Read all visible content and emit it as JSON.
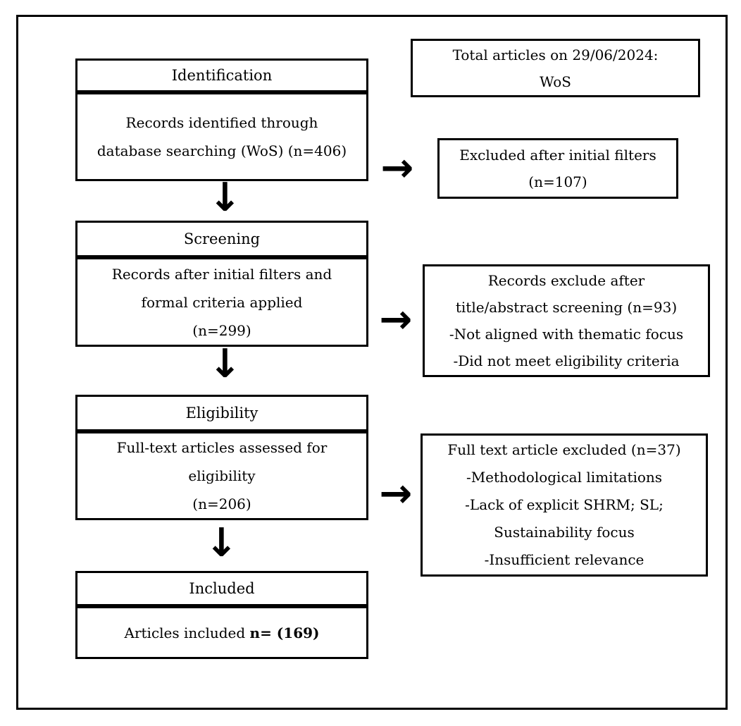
{
  "icons": {
    "arrow_down": "↓",
    "arrow_right": "→"
  },
  "colors": {
    "line": "#000000",
    "background": "#ffffff"
  },
  "stages": [
    {
      "header": "Identification",
      "body_lines": [
        "Records identified through",
        "database searching (WoS) (n=406)"
      ]
    },
    {
      "header": "Screening",
      "body_lines": [
        "Records after initial filters and",
        "formal criteria applied",
        "(n=299)"
      ]
    },
    {
      "header": "Eligibility",
      "body_lines": [
        "Full-text articles assessed for",
        "eligibility",
        "(n=206)"
      ]
    },
    {
      "header": "Included",
      "body_prefix": "Articles included ",
      "body_bold": "n= (169)"
    }
  ],
  "side_boxes": [
    {
      "lines": [
        "Total articles on 29/06/2024:",
        "WoS"
      ]
    },
    {
      "lines": [
        "Excluded after initial filters",
        "(n=107)"
      ]
    },
    {
      "lines": [
        "Records exclude after",
        "title/abstract screening (n=93)",
        "-Not aligned with thematic focus",
        "-Did not meet eligibility criteria"
      ]
    },
    {
      "lines": [
        "Full text article excluded (n=37)",
        "-Methodological limitations",
        "-Lack of explicit SHRM; SL;",
        "Sustainability focus",
        "-Insufficient relevance"
      ]
    }
  ]
}
